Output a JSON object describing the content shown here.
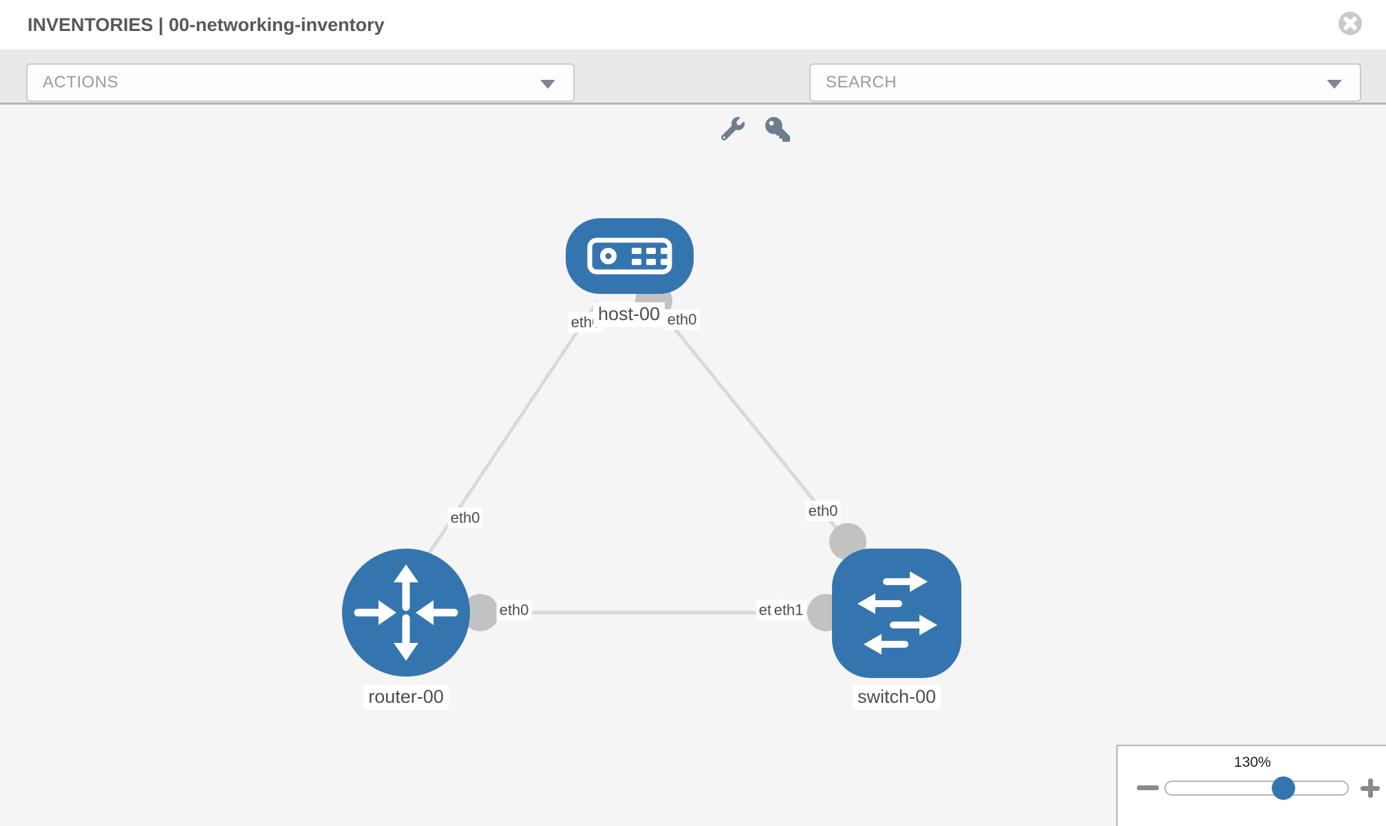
{
  "header": {
    "title": "INVENTORIES | 00-networking-inventory"
  },
  "toolbar": {
    "actions_label": "ACTIONS",
    "search_label": "SEARCH",
    "icons": [
      "wrench-icon",
      "key-icon"
    ]
  },
  "canvas": {
    "nodes": [
      {
        "label": "host-00",
        "type": "host"
      },
      {
        "label": "router-00",
        "type": "router"
      },
      {
        "label": "switch-00",
        "type": "switch"
      }
    ],
    "links": [
      {
        "from": "host-00",
        "to": "router-00"
      },
      {
        "from": "host-00",
        "to": "switch-00"
      },
      {
        "from": "router-00",
        "to": "switch-00"
      }
    ],
    "interfaces": {
      "host_router_at_host": "eth0",
      "host_switch_at_host": "eth0",
      "host_router_at_router": "eth0",
      "host_switch_at_switch": "eth0",
      "router_switch_at_router": "eth0",
      "router_switch_at_switch_hidden": "eth0",
      "router_switch_at_switch": "eth1"
    }
  },
  "zoom": {
    "level": "130%"
  },
  "colors": {
    "node_blue": "#3575af",
    "port_gray": "#c2c2c2",
    "link_gray": "#d9d9d9",
    "icon_slate": "#6e7d8d",
    "close_gray": "#c9c9c9"
  }
}
